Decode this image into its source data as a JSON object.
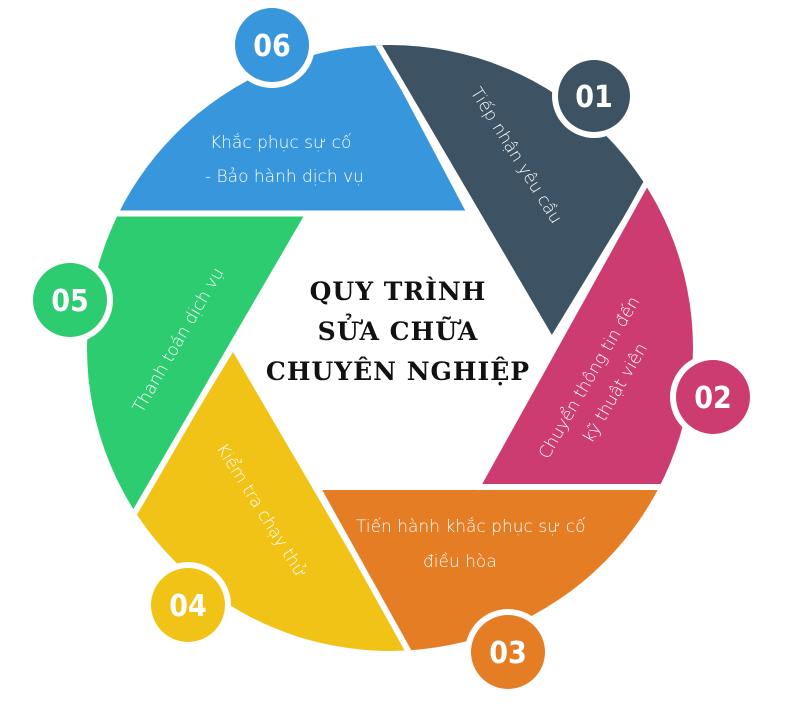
{
  "title": {
    "lines": [
      "QUY TRÌNH",
      "SỬA CHỮA",
      "CHUYÊN NGHIỆP"
    ]
  },
  "steps": [
    {
      "number": "01",
      "label_lines": [
        "Tiếp nhận yêu cầu"
      ],
      "color": "#3d5262"
    },
    {
      "number": "02",
      "label_lines": [
        "Chuyển thông tin đến",
        "kỹ thuật viên"
      ],
      "color": "#cc3c70"
    },
    {
      "number": "03",
      "label_lines": [
        "Tiến hành khắc phục sự cố",
        "điều hòa"
      ],
      "color": "#e57d25"
    },
    {
      "number": "04",
      "label_lines": [
        "Kiểm tra chạy thử"
      ],
      "color": "#f1c317"
    },
    {
      "number": "05",
      "label_lines": [
        "Thanh toán dịch vụ"
      ],
      "color": "#2ecc71"
    },
    {
      "number": "06",
      "label_lines": [
        "Khắc phục sự cố",
        "- Bảo hành dịch vụ"
      ],
      "color": "#3796dc"
    }
  ]
}
